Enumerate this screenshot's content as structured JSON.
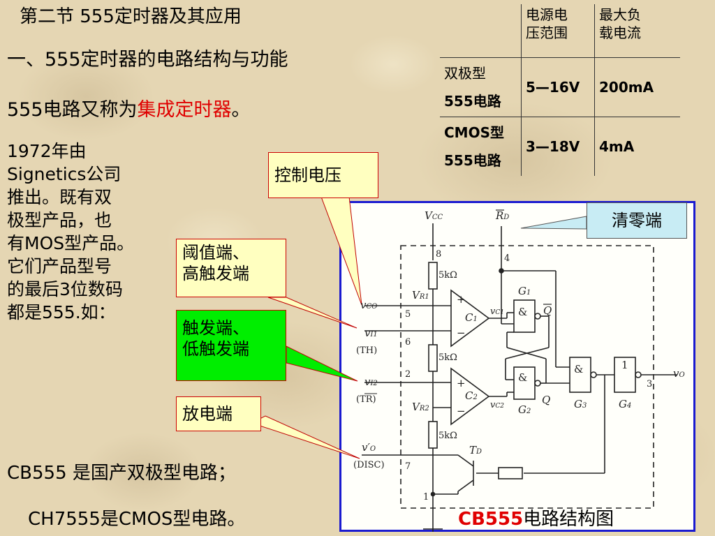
{
  "section_title": "第二节 555定时器及其应用",
  "heading": "一、555定时器的电路结构与功能",
  "line1": {
    "prefix": "555电路又称为",
    "highlight": "集成定时器",
    "suffix": "。"
  },
  "paragraph": {
    "lines": [
      "1972年由",
      "Signetics公司",
      "推出。既有双",
      "极型产品，也",
      "有MOS型产品。",
      "它们产品型号",
      "的最后3位数码",
      "都是555.如："
    ]
  },
  "bottom": {
    "line1": "CB555 是国产双极型电路；",
    "line2": "CH7555是CMOS型电路。"
  },
  "spec_table": {
    "headers": [
      "",
      "电源电压范围",
      "最大负载电流"
    ],
    "header_lines": [
      [
        "电源电",
        "压范围"
      ],
      [
        "最大负",
        "载电流"
      ]
    ],
    "rows": [
      {
        "type_lines": [
          "双极型",
          "555电路"
        ],
        "voltage": "5—16V",
        "current": "200mA"
      },
      {
        "type_lines": [
          "CMOS型",
          "555电路"
        ],
        "voltage": "3—18V",
        "current": "4mA"
      }
    ]
  },
  "callouts": {
    "control_voltage": "控制电压",
    "reset": "清零端",
    "threshold": [
      "阈值端、",
      "高触发端"
    ],
    "trigger": [
      "触发端、",
      "低触发端"
    ],
    "discharge": "放电端"
  },
  "diagram": {
    "caption_red": "CB555",
    "caption_rest": "电路结构图",
    "labels": {
      "vcc": "V",
      "vcc_sub": "CC",
      "rd": "R",
      "rd_sub": "D",
      "vco": "v",
      "vco_sub": "CO",
      "vi1": "v",
      "vi1_sub": "I1",
      "th": "(TH)",
      "vi2": "v",
      "vi2_sub": "I2",
      "tr": "(TR)",
      "vo_disc": "v′",
      "vo_disc_sub": "O",
      "disc": "(DISC)",
      "vo": "v",
      "vo_sub": "O",
      "vr1": "V",
      "vr1_sub": "R1",
      "vr2": "V",
      "vr2_sub": "R2",
      "res": "5kΩ",
      "c1": "C",
      "c1_sub": "1",
      "c2": "C",
      "c2_sub": "2",
      "vc1": "v",
      "vc1_sub": "C1",
      "vc2": "v",
      "vc2_sub": "C2",
      "g1": "G",
      "g1_sub": "1",
      "g2": "G",
      "g2_sub": "2",
      "g3": "G",
      "g3_sub": "3",
      "g4": "G",
      "g4_sub": "4",
      "td": "T",
      "td_sub": "D",
      "and_sym": "&",
      "buf_sym": "1",
      "q": "Q",
      "qbar": "Q",
      "plus": "+",
      "minus": "−",
      "pins": [
        "8",
        "4",
        "5",
        "6",
        "2",
        "7",
        "1",
        "3"
      ]
    }
  },
  "colors": {
    "highlight": "#e00000",
    "frame": "#1a1ad0",
    "callout_border": "#c00000",
    "yellow_fill": "#ffffc0",
    "green_fill": "#00ee00",
    "cyan_fill": "#c8ecf4"
  }
}
